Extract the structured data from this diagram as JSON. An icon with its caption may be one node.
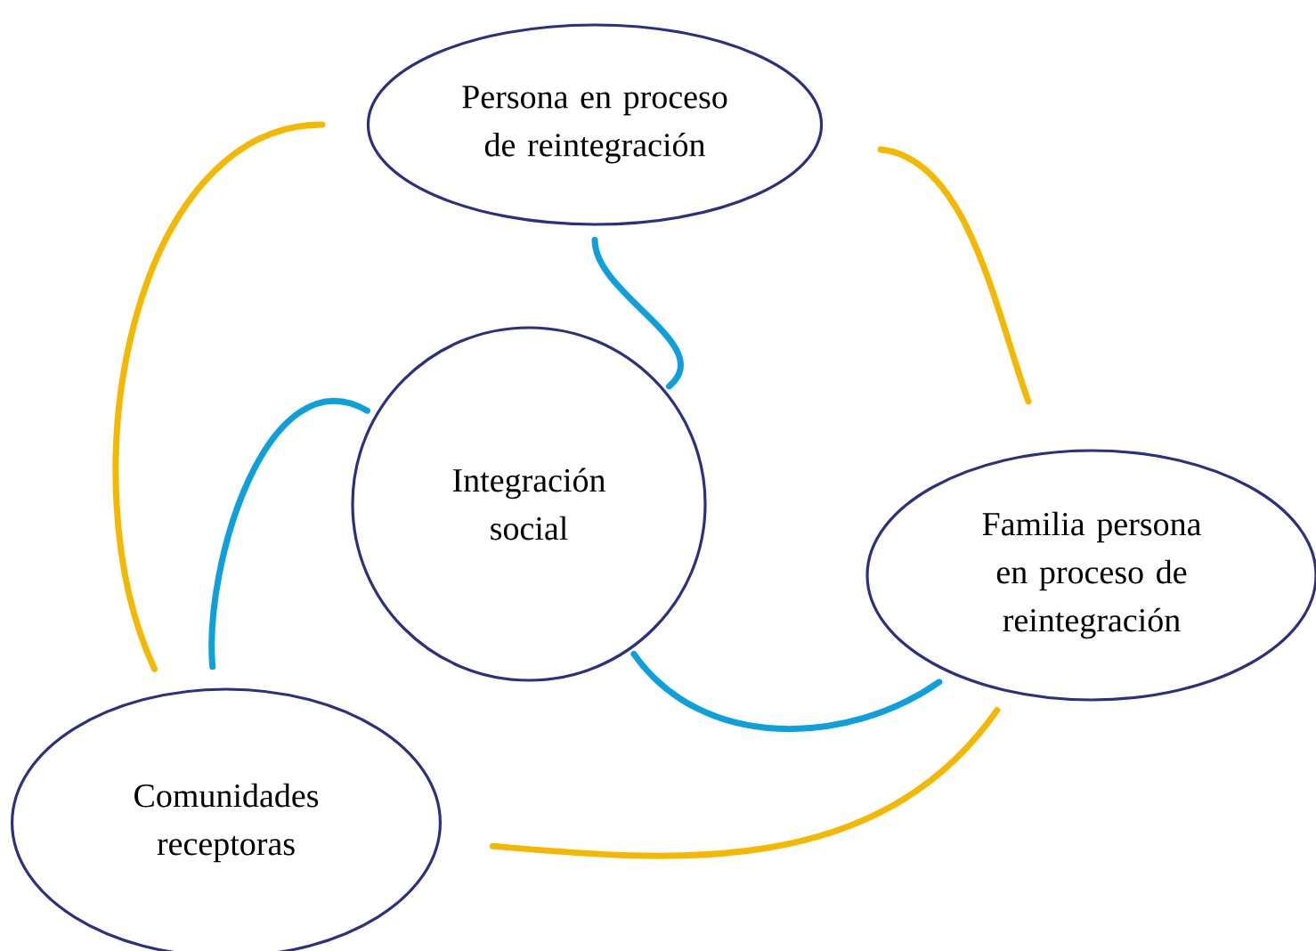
{
  "diagram": {
    "nodes": [
      {
        "text": [
          "Persona en proceso de reintegración"
        ]
      },
      {
        "text": [
          "Integración social"
        ]
      },
      {
        "text": [
          "Familia persona en proceso de reintegración"
        ]
      },
      {
        "text": [
          "Comunidades receptoras"
        ]
      }
    ],
    "edges": [
      {
        "from": 1,
        "to": 0,
        "arrow": "none",
        "color": "#0ea0dc"
      },
      {
        "from": 1,
        "to": 2,
        "arrow": "none",
        "color": "#0ea0dc"
      },
      {
        "from": 1,
        "to": 3,
        "arrow": "none",
        "color": "#0ea0dc"
      },
      {
        "from": 0,
        "to": 2,
        "arrow": "none",
        "color": "#f5b800"
      },
      {
        "from": 2,
        "to": 3,
        "arrow": "none",
        "color": "#f5b800"
      },
      {
        "from": 3,
        "to": 0,
        "arrow": "none",
        "color": "#f5b800"
      }
    ]
  }
}
